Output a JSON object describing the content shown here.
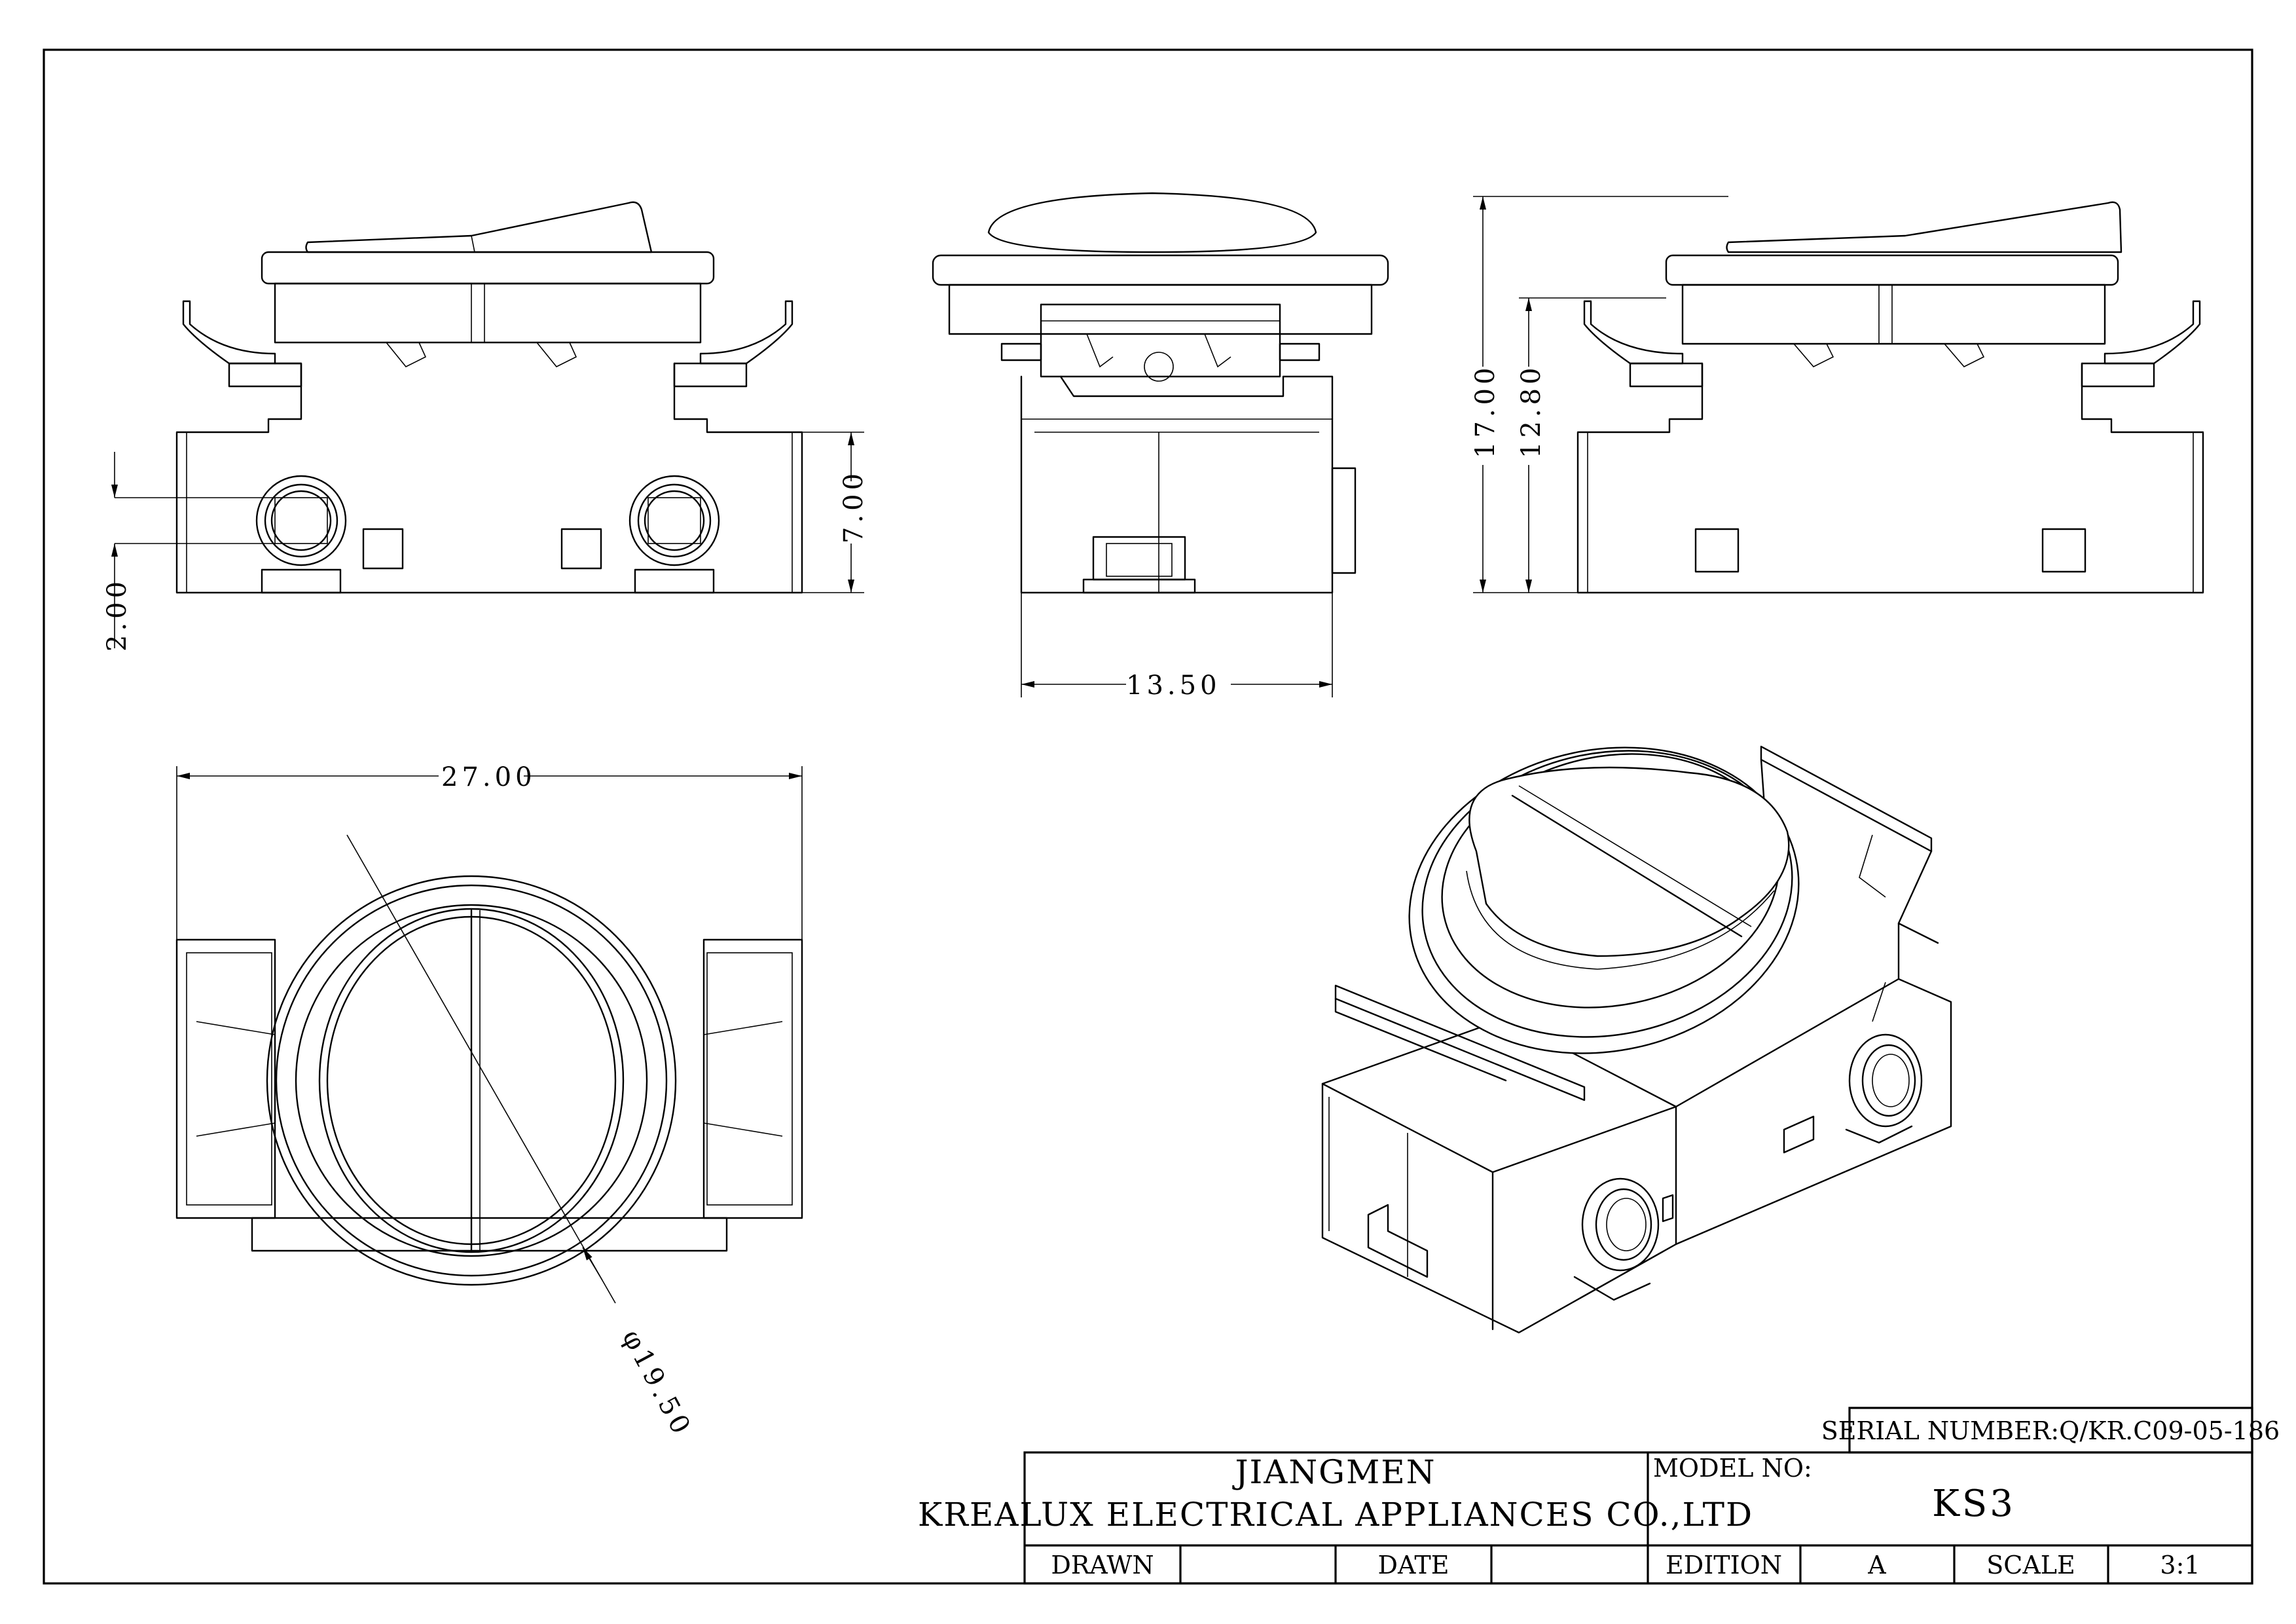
{
  "dimensions": {
    "pin_pitch": "2.00",
    "body_height": "7.00",
    "depth": "13.50",
    "overall_height": "17.00",
    "frame_height": "12.80",
    "length": "27.00",
    "diameter": "φ19.50"
  },
  "title_block": {
    "serial_number": "SERIAL NUMBER:Q/KR.C09-05-186",
    "company_line1": "JIANGMEN",
    "company_line2": "KREALUX ELECTRICAL APPLIANCES CO.,LTD",
    "model_label": "MODEL NO:",
    "model_value": "KS3",
    "drawn_label": "DRAWN",
    "drawn_value": "",
    "date_label": "DATE",
    "date_value": "",
    "edition_label": "EDITION",
    "edition_value": "A",
    "scale_label": "SCALE",
    "scale_value": "3:1"
  }
}
